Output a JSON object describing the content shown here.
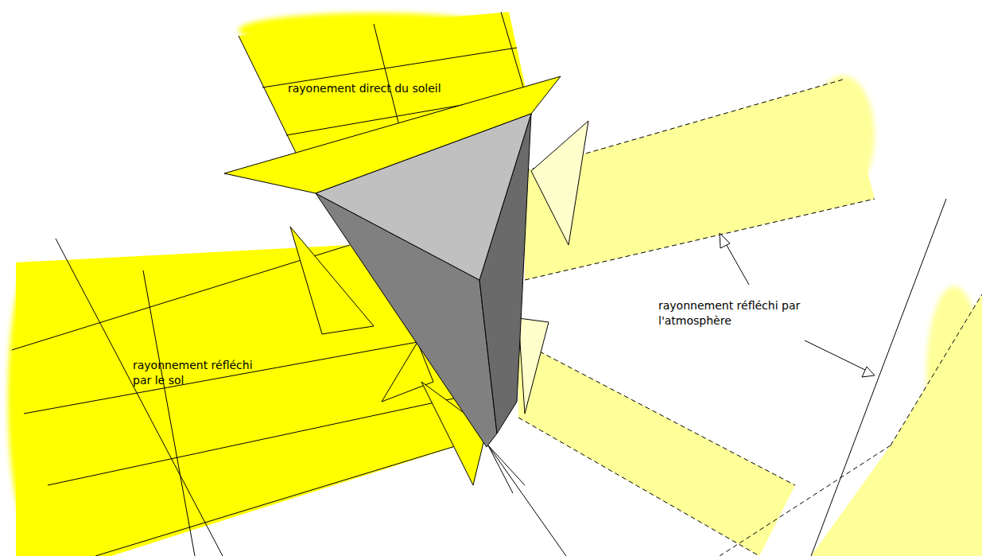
{
  "diagram": {
    "labels": [
      "rayonement direct du soleil",
      "rayonnement réfléchi par le sol",
      "rayonnement réfléchi par l'atmosphère"
    ]
  }
}
